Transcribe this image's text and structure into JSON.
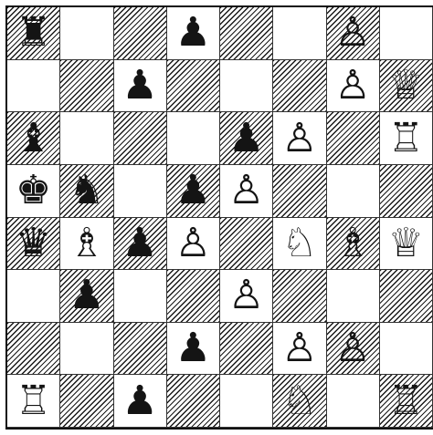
{
  "board": {
    "squares": [
      [
        "dark",
        "light",
        "dark",
        "light",
        "dark",
        "light",
        "dark",
        "light"
      ],
      [
        "light",
        "dark",
        "light",
        "dark",
        "light",
        "dark",
        "light",
        "dark"
      ],
      [
        "dark",
        "light",
        "dark",
        "light",
        "dark",
        "light",
        "dark",
        "light"
      ],
      [
        "light",
        "dark",
        "light",
        "dark",
        "light",
        "dark",
        "light",
        "dark"
      ],
      [
        "dark",
        "light",
        "dark",
        "light",
        "dark",
        "light",
        "dark",
        "light"
      ],
      [
        "light",
        "dark",
        "light",
        "dark",
        "light",
        "dark",
        "light",
        "dark"
      ],
      [
        "dark",
        "light",
        "dark",
        "light",
        "dark",
        "light",
        "dark",
        "light"
      ],
      [
        "light",
        "dark",
        "light",
        "dark",
        "light",
        "dark",
        "light",
        "dark"
      ]
    ],
    "pieces": [
      [
        "♜",
        "",
        "",
        "♟",
        "",
        "",
        "♙",
        ""
      ],
      [
        "",
        "",
        "♟",
        "",
        "",
        "",
        "♙",
        "♕"
      ],
      [
        "♝",
        "",
        "",
        "",
        "♟",
        "♙",
        "",
        "♖"
      ],
      [
        "♚",
        "♞",
        "",
        "♟",
        "♙",
        "",
        "",
        ""
      ],
      [
        "♛",
        "♗",
        "♟",
        "♙",
        "",
        "♘",
        "♗",
        "♕"
      ],
      [
        "",
        "♟",
        "",
        "",
        "♙",
        "",
        "",
        ""
      ],
      [
        "",
        "",
        "",
        "♟",
        "",
        "♙",
        "♙",
        ""
      ],
      [
        "♖",
        "",
        "♟",
        "",
        "",
        "♘",
        "",
        "♖"
      ]
    ],
    "piece_names": [
      [
        "black-rook",
        "",
        "",
        "black-pawn",
        "",
        "",
        "white-pawn",
        ""
      ],
      [
        "",
        "",
        "black-pawn",
        "",
        "",
        "",
        "white-pawn",
        "white-queen"
      ],
      [
        "black-bishop",
        "",
        "",
        "",
        "black-pawn",
        "white-pawn",
        "",
        "white-rook"
      ],
      [
        "black-king",
        "black-knight",
        "",
        "black-pawn",
        "white-pawn",
        "",
        "",
        ""
      ],
      [
        "black-queen",
        "white-bishop",
        "black-pawn",
        "white-pawn",
        "",
        "white-knight",
        "white-bishop",
        "white-queen"
      ],
      [
        "",
        "black-pawn",
        "",
        "",
        "white-pawn",
        "",
        "",
        ""
      ],
      [
        "",
        "",
        "",
        "black-pawn",
        "",
        "white-pawn",
        "white-pawn",
        ""
      ],
      [
        "white-rook",
        "",
        "black-pawn",
        "",
        "",
        "white-knight",
        "",
        "white-rook"
      ]
    ]
  }
}
